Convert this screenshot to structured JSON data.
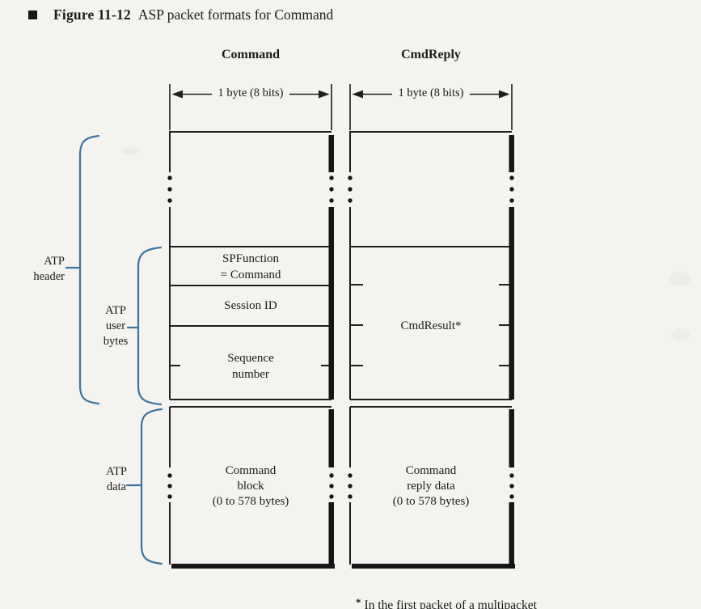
{
  "figure": {
    "label": "Figure 11-12",
    "caption": "ASP packet formats for Command",
    "bullet_icon": "black-square"
  },
  "command": {
    "title": "Command",
    "byte_label": "1 byte (8 bits)",
    "rows": {
      "spfunction_line1": "SPFunction",
      "spfunction_line2": "= Command",
      "session_id": "Session ID",
      "sequence_line1": "Sequence",
      "sequence_line2": "number",
      "data_line1": "Command",
      "data_line2": "block",
      "data_line3": "(0 to 578 bytes)"
    }
  },
  "cmdreply": {
    "title": "CmdReply",
    "byte_label": "1 byte (8 bits)",
    "rows": {
      "cmdresult": "CmdResult*",
      "data_line1": "Command",
      "data_line2": "reply data",
      "data_line3": "(0 to 578 bytes)"
    }
  },
  "labels": {
    "atp_header_line1": "ATP",
    "atp_header_line2": "header",
    "atp_user_line1": "ATP",
    "atp_user_line2": "user",
    "atp_user_line3": "bytes",
    "atp_data_line1": "ATP",
    "atp_data_line2": "data"
  },
  "footnote": {
    "marker": "*",
    "text": "In the first packet of a multipacket"
  },
  "colors": {
    "brace": "#3b74a0",
    "ink": "#1f1f1f",
    "paper": "#f4f3f0"
  }
}
